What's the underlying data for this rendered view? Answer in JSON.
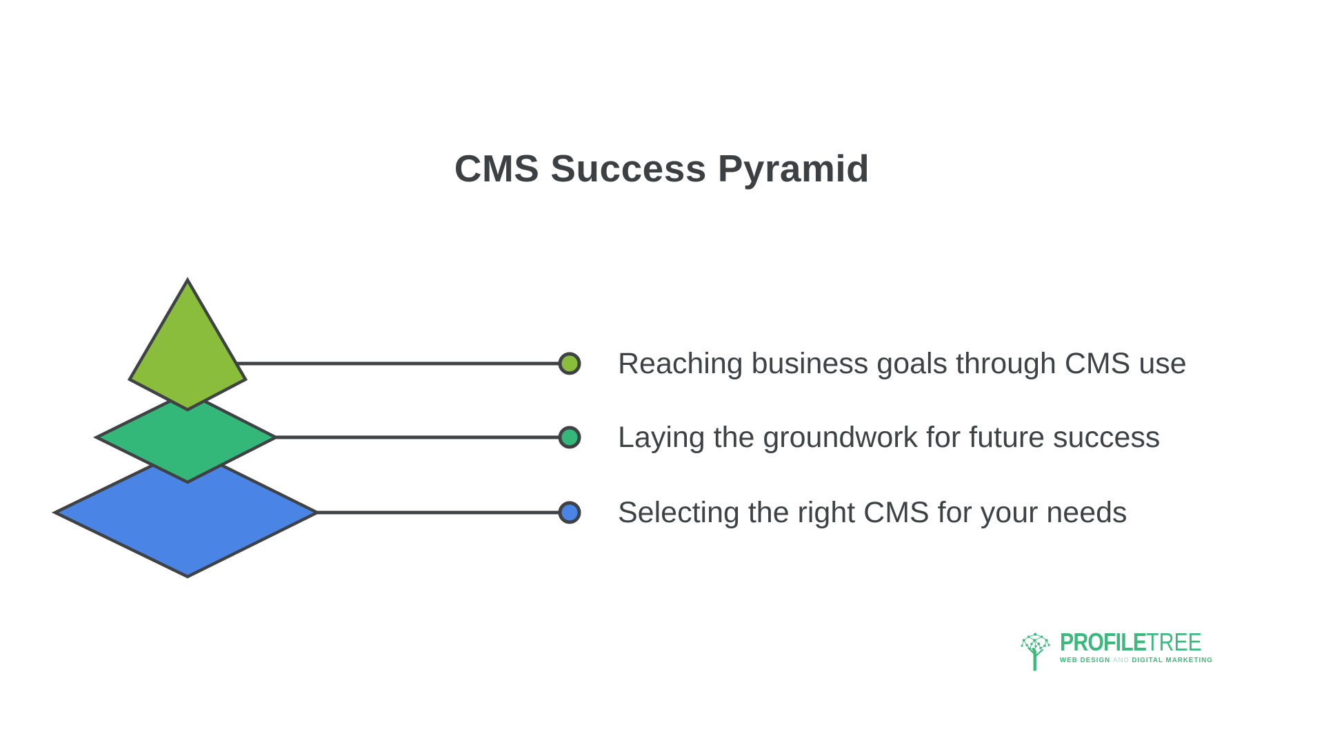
{
  "title": "CMS Success Pyramid",
  "colors": {
    "level_top": "#8BBD3D",
    "level_middle": "#34B87A",
    "level_bottom": "#4A85E6",
    "outline": "#3F4245",
    "title_text": "#3D4043",
    "label_text": "#3F4245",
    "logo_green": "#3CB87C",
    "logo_green_muted": "#A9DCC6",
    "background": "#FFFFFF"
  },
  "chart_data": {
    "type": "pyramid",
    "title": "CMS Success Pyramid",
    "levels": [
      {
        "position": "top",
        "label": "Reaching business goals through CMS use",
        "color": "#8BBD3D"
      },
      {
        "position": "middle",
        "label": "Laying the groundwork for future success",
        "color": "#34B87A"
      },
      {
        "position": "bottom",
        "label": "Selecting the right CMS for your needs",
        "color": "#4A85E6"
      }
    ]
  },
  "icons": {
    "logo": "tree-network-icon"
  },
  "logo": {
    "brand_bold": "PROFILE",
    "brand_light": "TREE",
    "tagline_lead": "WEB DESIGN",
    "tagline_and": "AND",
    "tagline_tail": "DIGITAL MARKETING"
  }
}
